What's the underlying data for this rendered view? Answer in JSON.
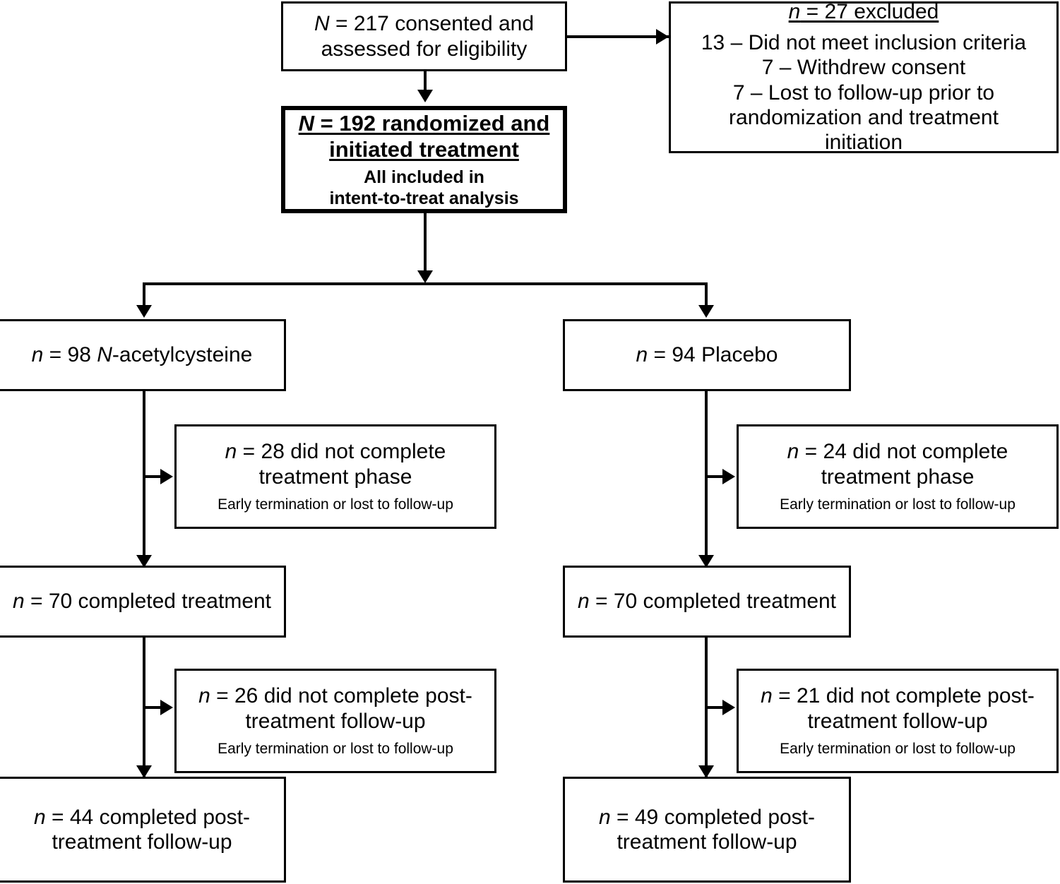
{
  "diagram": {
    "type": "consort-flow-diagram",
    "nodes": {
      "consented": {
        "line1_prefix": "N",
        "line1": " = 217 consented and",
        "line2": "assessed for eligibility"
      },
      "excluded": {
        "header_prefix": "n",
        "header": " = 27 excluded",
        "reason1": "13 – Did not meet inclusion criteria",
        "reason2": "7 – Withdrew consent",
        "reason3": "7 – Lost to follow-up prior to",
        "reason4": "randomization and treatment",
        "reason5": "initiation"
      },
      "randomized": {
        "header_prefix": "N",
        "header": " = 192 randomized and initiated treatment",
        "sub1": "All included in",
        "sub2": "intent-to-treat analysis"
      },
      "arm_nac": {
        "prefix": "n",
        "mid": " = 98 ",
        "drug_prefix": "N",
        "suffix": "-acetylcysteine"
      },
      "arm_placebo": {
        "prefix": "n",
        "text": " = 94 Placebo"
      },
      "nac_dropout_tx": {
        "prefix": "n",
        "line1": " = 28 did not complete",
        "line2": "treatment phase",
        "note": "Early termination or lost to follow-up"
      },
      "placebo_dropout_tx": {
        "prefix": "n",
        "line1": " = 24 did not complete",
        "line2": "treatment phase",
        "note": "Early termination or lost to follow-up"
      },
      "nac_completed_tx": {
        "prefix": "n",
        "text": " = 70 completed treatment"
      },
      "placebo_completed_tx": {
        "prefix": "n",
        "text": " = 70 completed treatment"
      },
      "nac_dropout_fu": {
        "prefix": "n",
        "line1": " = 26 did not complete post-",
        "line2": "treatment follow-up",
        "note": "Early termination or lost to follow-up"
      },
      "placebo_dropout_fu": {
        "prefix": "n",
        "line1": " = 21 did not complete post-",
        "line2": "treatment follow-up",
        "note": "Early termination or lost to follow-up"
      },
      "nac_completed_fu": {
        "prefix": "n",
        "line1": " = 44 completed post-",
        "line2": "treatment follow-up"
      },
      "placebo_completed_fu": {
        "prefix": "n",
        "line1": " = 49 completed post-",
        "line2": "treatment follow-up"
      }
    },
    "colors": {
      "line": "#000000",
      "box_fill": "#ffffff",
      "text": "#000000"
    }
  }
}
